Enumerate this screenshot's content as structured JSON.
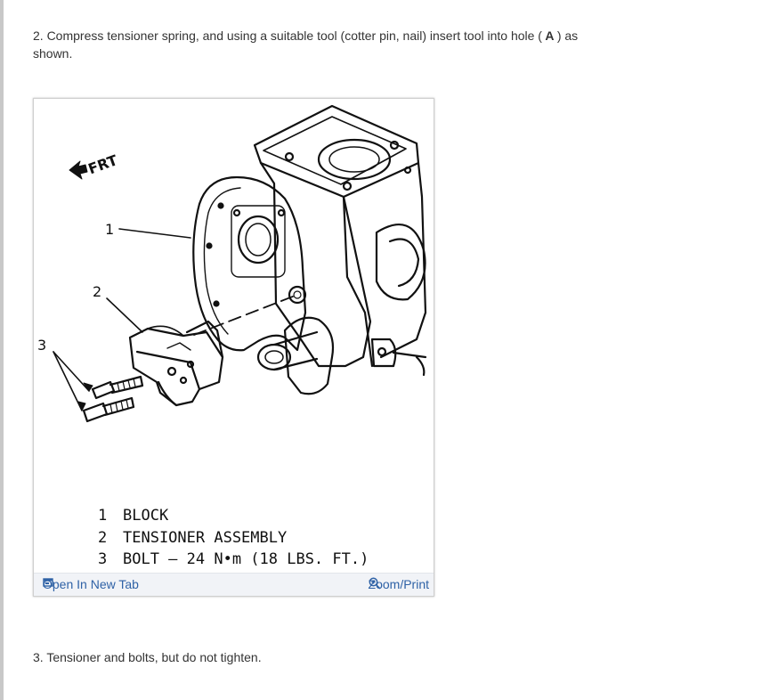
{
  "instructions": {
    "step2": {
      "prefix": "2. Compress tensioner spring, and using a suitable tool (cotter pin, nail) insert tool into hole (",
      "hole": " A ",
      "suffix": ") as shown."
    },
    "step3": "3. Tensioner and bolts, but do not tighten."
  },
  "figure": {
    "direction_label": "FRT",
    "callouts": [
      "1",
      "2",
      "3"
    ],
    "legend": [
      {
        "num": "1",
        "text": "BLOCK"
      },
      {
        "num": "2",
        "text": "TENSIONER ASSEMBLY"
      },
      {
        "num": "3",
        "text": "BOLT – 24 N•m (18 LBS. FT.)"
      }
    ],
    "toolbar": {
      "open_label": "Open In New Tab",
      "zoom_label": "Zoom/Print"
    }
  },
  "colors": {
    "link": "#2f62a6",
    "toolbar_bg": "#f1f3f7",
    "text": "#333333"
  },
  "icons": {
    "open": "open-in-new-tab-icon",
    "zoom": "zoom-in-icon"
  }
}
